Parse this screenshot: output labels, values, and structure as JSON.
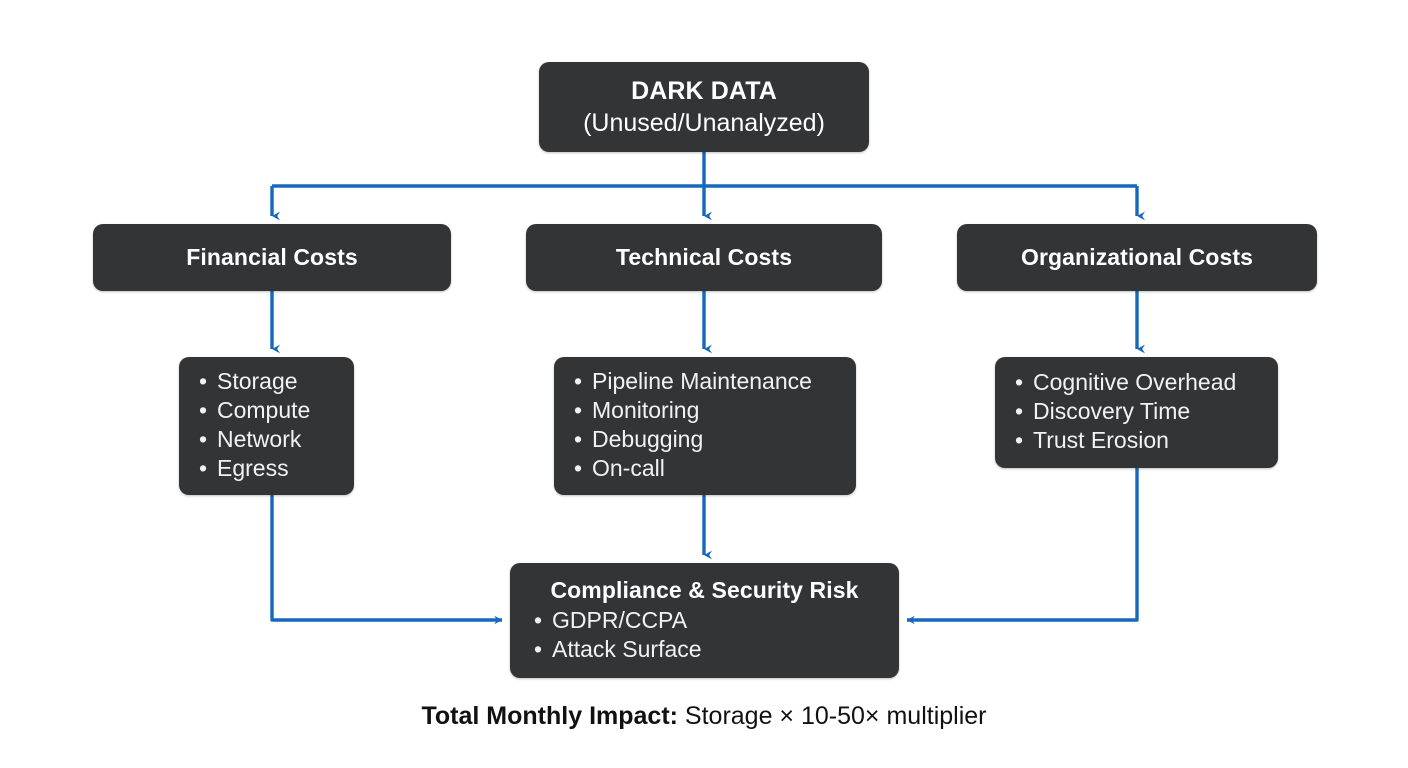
{
  "diagram": {
    "root": {
      "title": "DARK DATA",
      "subtitle": "(Unused/Unanalyzed)"
    },
    "categories": [
      {
        "label": "Financial Costs"
      },
      {
        "label": "Technical Costs"
      },
      {
        "label": "Organizational Costs"
      }
    ],
    "cost_lists": [
      {
        "items": [
          "Storage",
          "Compute",
          "Network",
          "Egress"
        ]
      },
      {
        "items": [
          "Pipeline Maintenance",
          "Monitoring",
          "Debugging",
          "On-call"
        ]
      },
      {
        "items": [
          "Cognitive Overhead",
          "Discovery Time",
          "Trust Erosion"
        ]
      }
    ],
    "compliance": {
      "title": "Compliance & Security Risk",
      "items": [
        "GDPR/CCPA",
        "Attack Surface"
      ]
    },
    "footer": {
      "strong": "Total Monthly Impact:",
      "rest": " Storage × 10-50× multiplier"
    },
    "colors": {
      "box_fill": "#333436",
      "connector": "#1668bd",
      "background": "#ffffff",
      "text": "#ffffff"
    }
  }
}
